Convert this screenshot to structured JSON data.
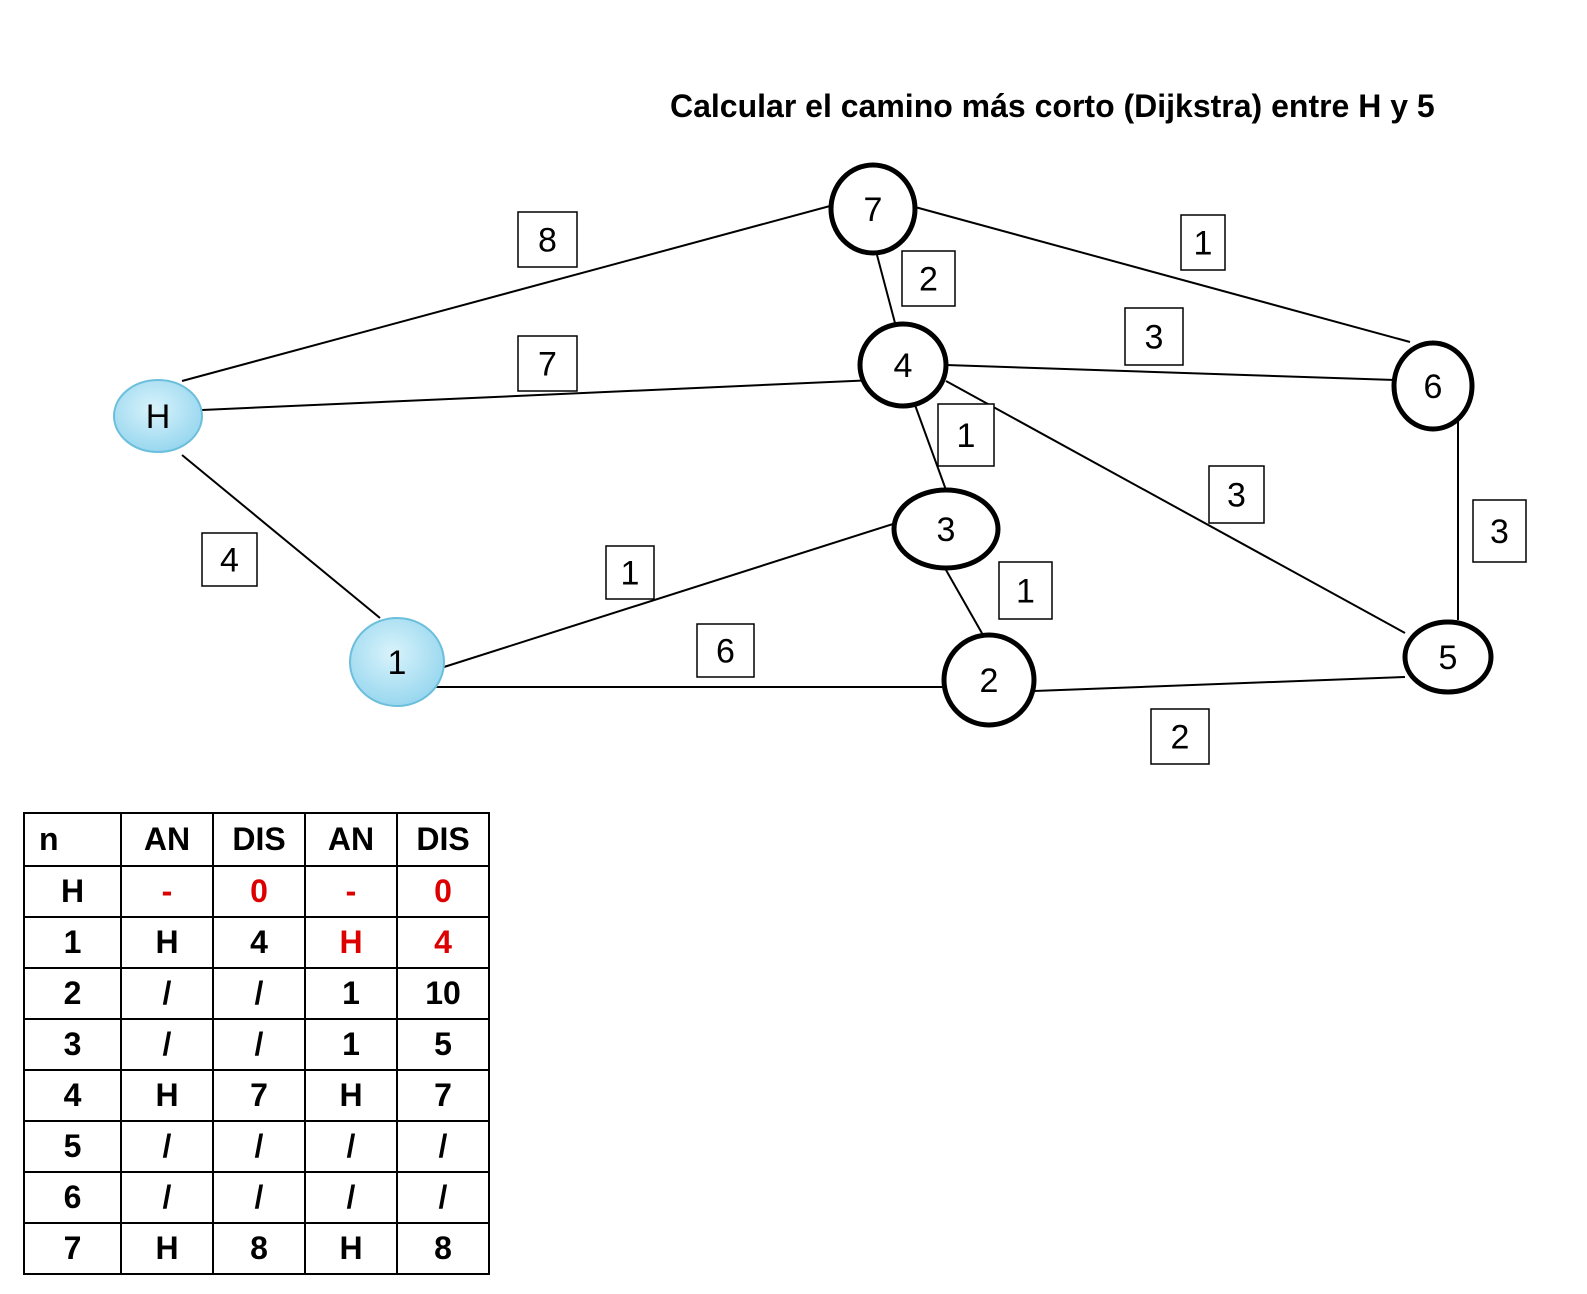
{
  "title": "Calcular el camino más corto (Dijkstra) entre H y 5",
  "colors": {
    "highlight_node_fill": "#a7dff2",
    "highlight_node_stroke": "#6cbfdc",
    "red": "#dd0000"
  },
  "nodes": [
    {
      "id": "H",
      "label": "H",
      "highlighted": true
    },
    {
      "id": "1",
      "label": "1",
      "highlighted": true
    },
    {
      "id": "2",
      "label": "2",
      "highlighted": false
    },
    {
      "id": "3",
      "label": "3",
      "highlighted": false
    },
    {
      "id": "4",
      "label": "4",
      "highlighted": false
    },
    {
      "id": "5",
      "label": "5",
      "highlighted": false
    },
    {
      "id": "6",
      "label": "6",
      "highlighted": false
    },
    {
      "id": "7",
      "label": "7",
      "highlighted": false
    }
  ],
  "edges": [
    {
      "from": "H",
      "to": "7",
      "weight": "8"
    },
    {
      "from": "H",
      "to": "4",
      "weight": "7"
    },
    {
      "from": "H",
      "to": "1",
      "weight": "4"
    },
    {
      "from": "7",
      "to": "4",
      "weight": "2"
    },
    {
      "from": "7",
      "to": "6",
      "weight": "1"
    },
    {
      "from": "4",
      "to": "6",
      "weight": "3"
    },
    {
      "from": "4",
      "to": "3",
      "weight": "1"
    },
    {
      "from": "4",
      "to": "5",
      "weight": "3"
    },
    {
      "from": "6",
      "to": "5",
      "weight": "3"
    },
    {
      "from": "1",
      "to": "3",
      "weight": "1"
    },
    {
      "from": "1",
      "to": "2",
      "weight": "6"
    },
    {
      "from": "3",
      "to": "2",
      "weight": "1"
    },
    {
      "from": "2",
      "to": "5",
      "weight": "2"
    }
  ],
  "table": {
    "headers": [
      "n",
      "AN",
      "DIS",
      "AN",
      "DIS"
    ],
    "rows": [
      {
        "cells": [
          "H",
          "-",
          "0",
          "-",
          "0"
        ],
        "red": [
          false,
          true,
          true,
          true,
          true
        ]
      },
      {
        "cells": [
          "1",
          "H",
          "4",
          "H",
          "4"
        ],
        "red": [
          false,
          false,
          false,
          true,
          true
        ]
      },
      {
        "cells": [
          "2",
          "/",
          "/",
          "1",
          "10"
        ],
        "red": [
          false,
          false,
          false,
          false,
          false
        ]
      },
      {
        "cells": [
          "3",
          "/",
          "/",
          "1",
          "5"
        ],
        "red": [
          false,
          false,
          false,
          false,
          false
        ]
      },
      {
        "cells": [
          "4",
          "H",
          "7",
          "H",
          "7"
        ],
        "red": [
          false,
          false,
          false,
          false,
          false
        ]
      },
      {
        "cells": [
          "5",
          "/",
          "/",
          "/",
          "/"
        ],
        "red": [
          false,
          false,
          false,
          false,
          false
        ]
      },
      {
        "cells": [
          "6",
          "/",
          "/",
          "/",
          "/"
        ],
        "red": [
          false,
          false,
          false,
          false,
          false
        ]
      },
      {
        "cells": [
          "7",
          "H",
          "8",
          "H",
          "8"
        ],
        "red": [
          false,
          false,
          false,
          false,
          false
        ]
      }
    ]
  }
}
